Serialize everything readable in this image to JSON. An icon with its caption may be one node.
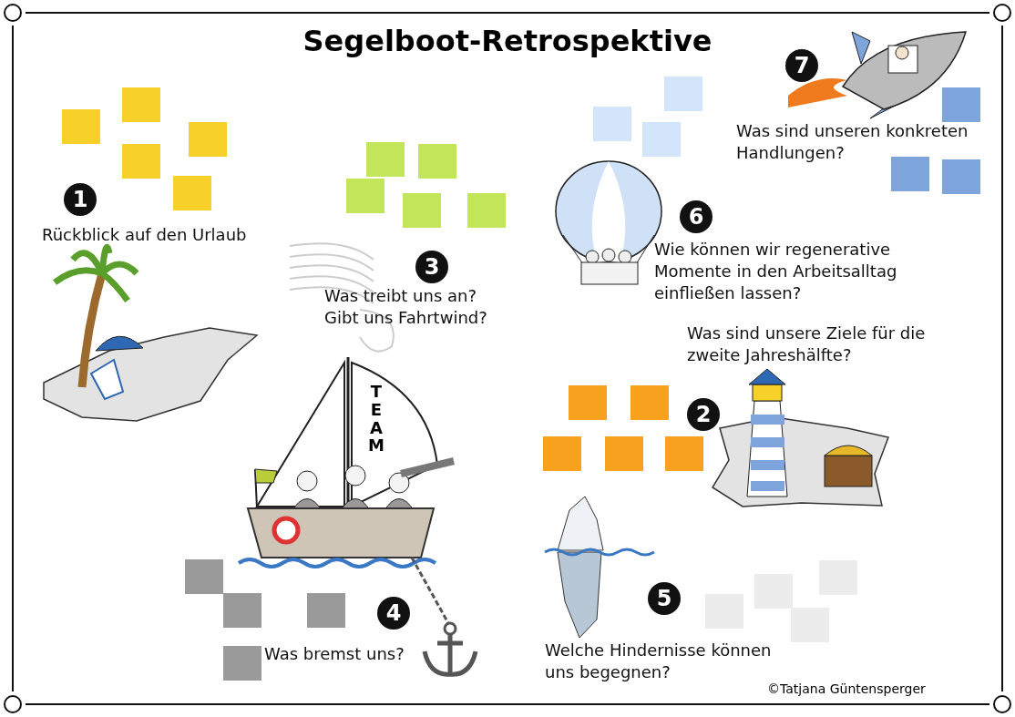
{
  "diagram": {
    "title": "Segelboot-Retrospektive",
    "nodes": [
      {
        "text": [
          "1"
        ],
        "beside": [
          "Rückblick auf den Urlaub"
        ]
      },
      {
        "text": [
          "2"
        ],
        "beside": [
          "Was sind unsere Ziele für die zweite Jahreshälfte?"
        ]
      },
      {
        "text": [
          "3"
        ],
        "beside": [
          "Was treibt uns an? Gibt uns Fahrtwind?"
        ]
      },
      {
        "text": [
          "4"
        ],
        "beside": [
          "Was bremst uns?"
        ]
      },
      {
        "text": [
          "5"
        ],
        "beside": [
          "Welche Hindernisse können uns begegnen?"
        ]
      },
      {
        "text": [
          "6"
        ],
        "beside": [
          "Wie können wir regenerative Momente in den Arbeitsalltag einfließen lassen?"
        ]
      },
      {
        "text": [
          "7"
        ],
        "beside": [
          "Was sind unseren konkreten Handlungen?"
        ]
      }
    ],
    "edges": [],
    "labels": [
      "TEAM",
      "©Tatjana Güntensperger"
    ]
  }
}
